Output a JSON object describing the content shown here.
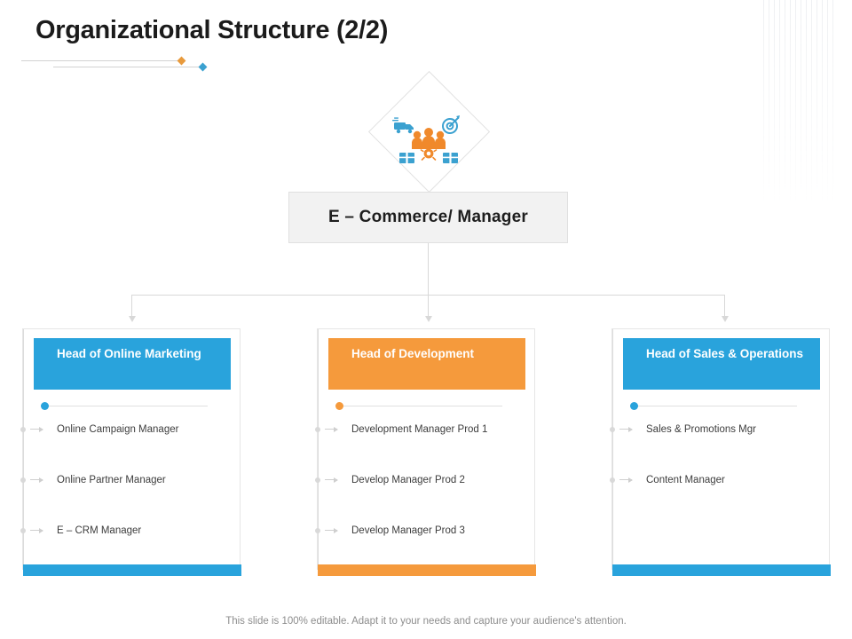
{
  "slide": {
    "title": "Organizational Structure (2/2)",
    "footer_note": "This slide is 100% editable. Adapt it to your needs and capture your audience's attention.",
    "emblem_icon": "ecommerce-team-icon"
  },
  "colors": {
    "blue": "#29a3dc",
    "orange": "#f59a3c",
    "root_box_bg": "#f2f2f2",
    "connector": "#d8d8d8",
    "title_text": "#1b1b1b",
    "item_text": "#3d3d3d",
    "note_text": "#8d8d8d"
  },
  "root": {
    "label": "E – Commerce/ Manager"
  },
  "branches": [
    {
      "header": "Head of Online Marketing",
      "accent": "#29a3dc",
      "items": [
        "Online Campaign Manager",
        "Online Partner Manager",
        "E – CRM Manager"
      ]
    },
    {
      "header": "Head of Development",
      "accent": "#f59a3c",
      "items": [
        "Development Manager Prod 1",
        "Develop Manager Prod 2",
        "Develop Manager Prod 3"
      ]
    },
    {
      "header": "Head of Sales & Operations",
      "accent": "#29a3dc",
      "items": [
        "Sales & Promotions Mgr",
        "Content Manager"
      ]
    }
  ]
}
